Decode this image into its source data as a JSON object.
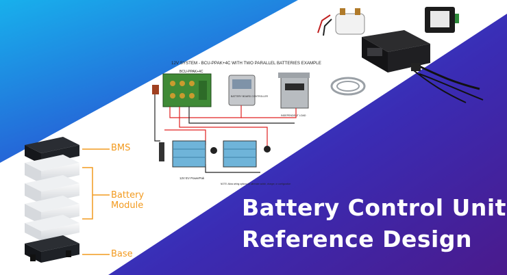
{
  "banner": {
    "title_line1": "Battery Control Unit",
    "title_line2": "Reference Design"
  },
  "stack_labels": {
    "bms": "BMS",
    "battery_module": "Battery\nModule",
    "base": "Base"
  },
  "diagram": {
    "title": "12V SYSTEM - BCU-PPAK+4C WITH TWO PARALLEL BATTERIES EXAMPLE",
    "board_label": "BCU-PPAK+4C",
    "controller_label": "BATTERY BOARD CONTROLLER",
    "load_label": "INDEPENDENT LOAD",
    "pack_label": "12V EV PowerPak",
    "note": "NOTE: Allow wiring options for alternate switch, charger, or configuration"
  },
  "colors": {
    "left_gradient_top": "#1aa7e6",
    "left_gradient_bottom": "#2a47c6",
    "right_gradient_top": "#2f4fd8",
    "right_gradient_bottom": "#4a1d8e",
    "label_orange": "#f29a1e",
    "title_white": "#ffffff"
  },
  "icons": [
    "battery-stack-icon",
    "contactor-icon",
    "controller-box-icon",
    "bms-enclosure-icon",
    "wire-harness-icon",
    "circuit-board-icon"
  ]
}
